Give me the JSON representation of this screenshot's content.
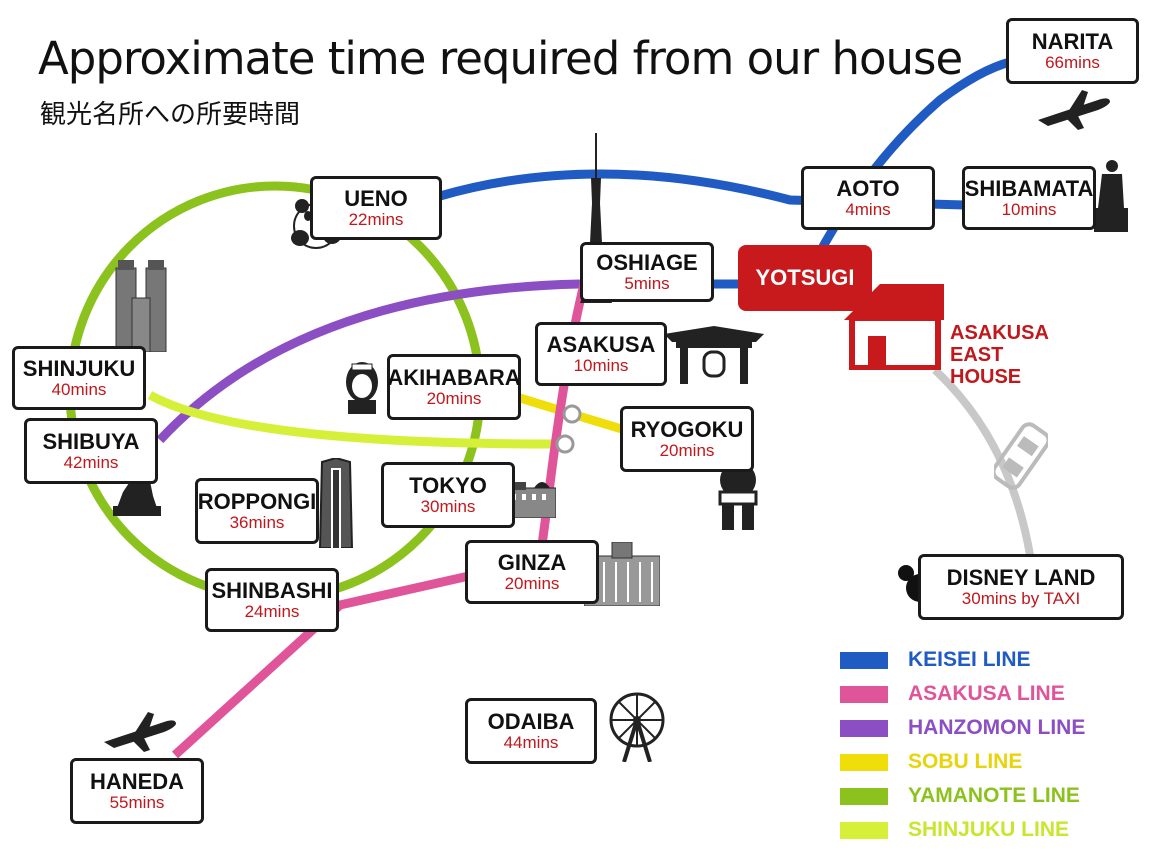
{
  "title": "Approximate time required from our house",
  "subtitle": "観光名所への所要時間",
  "colors": {
    "keisei": "#1f5bc2",
    "asakusa": "#e0559a",
    "hanzomon": "#8c4fc3",
    "sobu": "#f0de0a",
    "yamanote": "#8cc21e",
    "shinjuku": "#d6f03a",
    "taxi": "#c8c8c8",
    "home": "#c8191c",
    "time_text": "#c0181c"
  },
  "home": {
    "station": "YOTSUGI",
    "house_line1": "ASAKUSA EAST",
    "house_line2": "HOUSE"
  },
  "stations": {
    "narita": {
      "name": "NARITA",
      "time": "66mins"
    },
    "aoto": {
      "name": "AOTO",
      "time": "4mins"
    },
    "shibamata": {
      "name": "SHIBAMATA",
      "time": "10mins"
    },
    "ueno": {
      "name": "UENO",
      "time": "22mins"
    },
    "oshiage": {
      "name": "OSHIAGE",
      "time": "5mins"
    },
    "asakusa": {
      "name": "ASAKUSA",
      "time": "10mins"
    },
    "shinjuku": {
      "name": "SHINJUKU",
      "time": "40mins"
    },
    "akihabara": {
      "name": "AKIHABARA",
      "time": "20mins"
    },
    "ryogoku": {
      "name": "RYOGOKU",
      "time": "20mins"
    },
    "shibuya": {
      "name": "SHIBUYA",
      "time": "42mins"
    },
    "roppongi": {
      "name": "ROPPONGI",
      "time": "36mins"
    },
    "tokyo": {
      "name": "TOKYO",
      "time": "30mins"
    },
    "ginza": {
      "name": "GINZA",
      "time": "20mins"
    },
    "shinbashi": {
      "name": "SHINBASHI",
      "time": "24mins"
    },
    "disneyland": {
      "name": "DISNEY LAND",
      "time": "30mins by TAXI"
    },
    "odaiba": {
      "name": "ODAIBA",
      "time": "44mins"
    },
    "haneda": {
      "name": "HANEDA",
      "time": "55mins"
    }
  },
  "legend": [
    {
      "label": "KEISEI LINE",
      "color": "#1f5bc2"
    },
    {
      "label": "ASAKUSA LINE",
      "color": "#e0559a"
    },
    {
      "label": "HANZOMON LINE",
      "color": "#8c4fc3"
    },
    {
      "label": "SOBU LINE",
      "color": "#f0de0a"
    },
    {
      "label": "YAMANOTE LINE",
      "color": "#8cc21e"
    },
    {
      "label": "SHINJUKU LINE",
      "color": "#d6f03a"
    }
  ],
  "icons": [
    "panda-icon",
    "skytree-icon",
    "kaminarimon-gate-icon",
    "maid-icon",
    "tokyo-station-building-icon",
    "sumo-wrestler-icon",
    "hachiko-dog-icon",
    "government-building-icon",
    "roppongi-tower-icon",
    "ginza-building-icon",
    "ferris-wheel-icon",
    "airplane-icon",
    "taxi-icon",
    "mickey-head-icon",
    "statue-icon",
    "house-icon"
  ]
}
